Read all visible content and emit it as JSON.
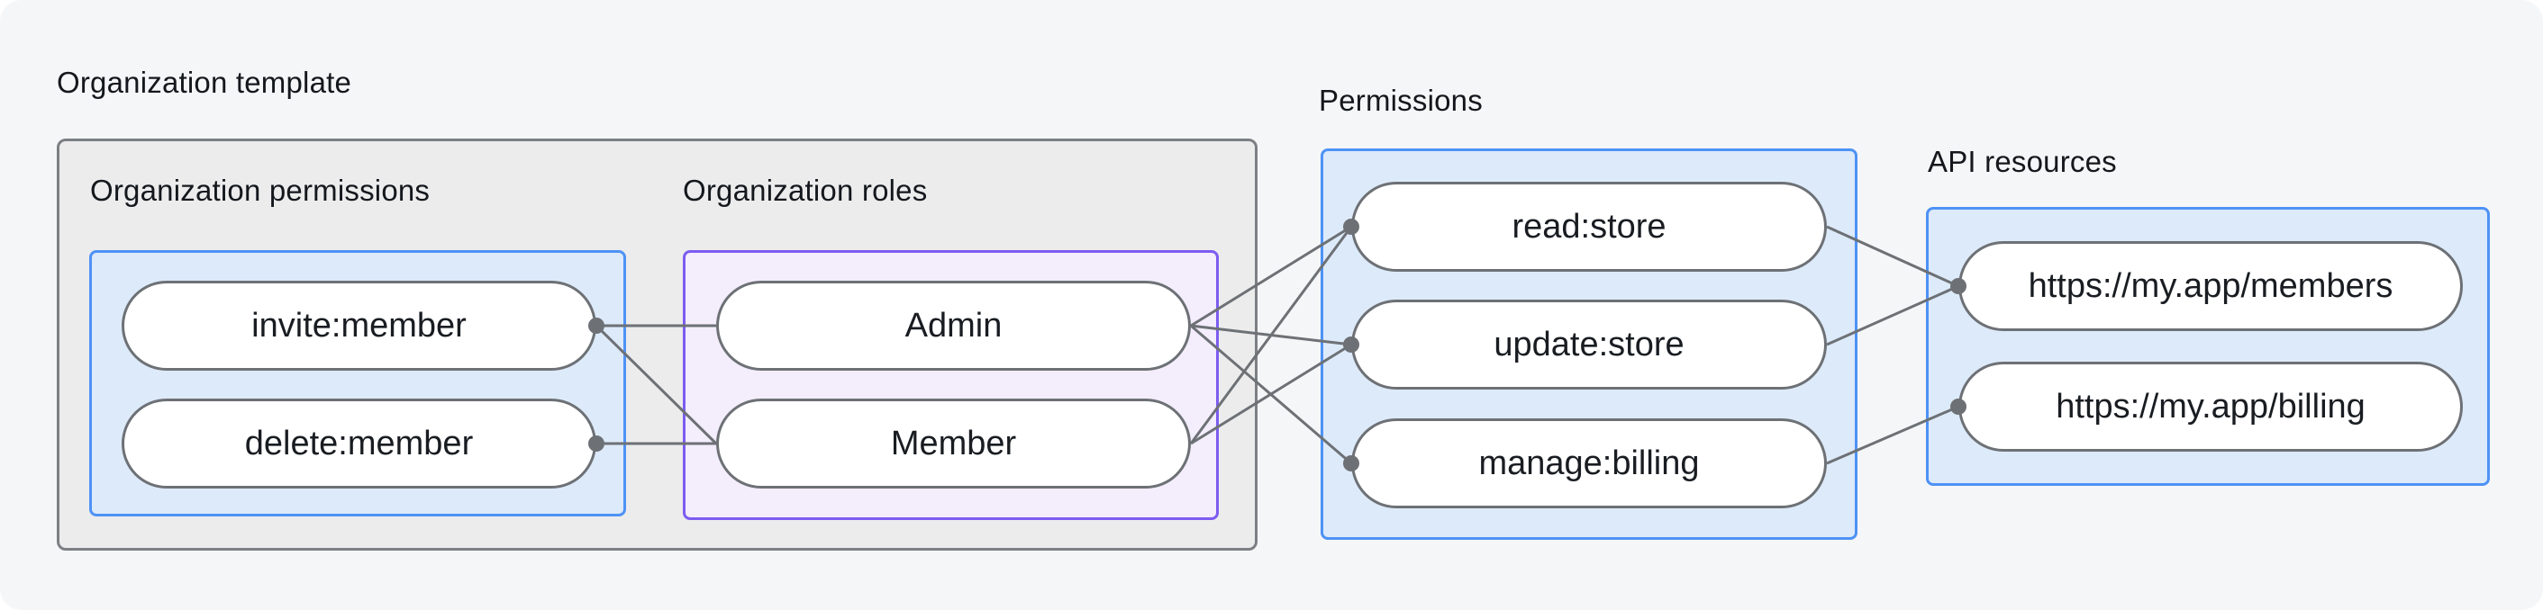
{
  "groups": {
    "template": {
      "title": "Organization template"
    },
    "org_permissions": {
      "title": "Organization permissions"
    },
    "org_roles": {
      "title": "Organization roles"
    },
    "permissions": {
      "title": "Permissions"
    },
    "api_resources": {
      "title": "API resources"
    }
  },
  "nodes": {
    "invite": {
      "label": "invite:member"
    },
    "delete": {
      "label": "delete:member"
    },
    "admin": {
      "label": "Admin"
    },
    "member": {
      "label": "Member"
    },
    "read": {
      "label": "read:store"
    },
    "update": {
      "label": "update:store"
    },
    "manage": {
      "label": "manage:billing"
    },
    "members_api": {
      "label": "https://my.app/members"
    },
    "billing_api": {
      "label": "https://my.app/billing"
    }
  },
  "connections": [
    {
      "from": "invite",
      "to": "admin"
    },
    {
      "from": "invite",
      "to": "member"
    },
    {
      "from": "delete",
      "to": "member"
    },
    {
      "from": "admin",
      "to": "read"
    },
    {
      "from": "admin",
      "to": "update"
    },
    {
      "from": "admin",
      "to": "manage"
    },
    {
      "from": "member",
      "to": "read"
    },
    {
      "from": "member",
      "to": "update"
    },
    {
      "from": "read",
      "to": "members_api"
    },
    {
      "from": "update",
      "to": "members_api"
    },
    {
      "from": "manage",
      "to": "billing_api"
    }
  ],
  "colors": {
    "background": "#f5f6f7",
    "connector": "#6d7175",
    "blue_border": "#4e92f5",
    "blue_fill": "#ddeafa",
    "purple_border": "#7c5cf0",
    "purple_fill": "#f3edfc",
    "gray_box_fill": "#ececed",
    "gray_box_border": "#7c8084",
    "pill_fill": "#ffffff",
    "text": "#14181d"
  }
}
